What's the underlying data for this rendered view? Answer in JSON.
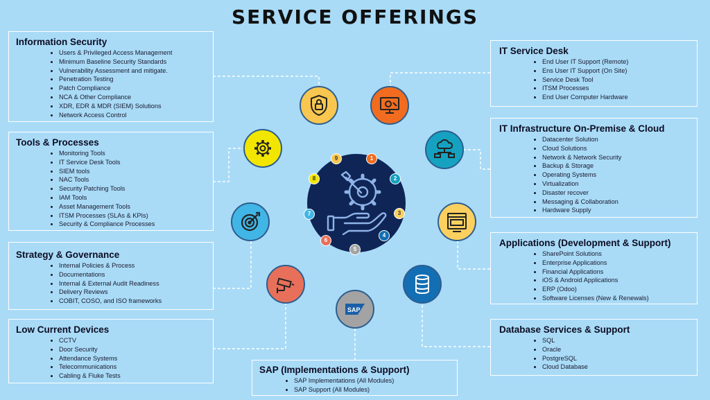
{
  "title": "SERVICE OFFERINGS",
  "services": {
    "info_security": {
      "title": "Information Security",
      "items": [
        "Users & Privileged Access Management",
        "Minimum Baseline Security Standards",
        "Vulnerability Assessment and mitigate.",
        "Penetration Testing",
        "Patch Compliance",
        "NCA & Other Compliance",
        "XDR, EDR & MDR (SIEM) Solutions",
        "Network Access Control"
      ]
    },
    "tools_processes": {
      "title": "Tools & Processes",
      "items": [
        "Monitoring Tools",
        "IT Service Desk Tools",
        "SIEM tools",
        "NAC Tools",
        "Security Patching Tools",
        "IAM Tools",
        "Asset Management Tools",
        "ITSM Processes (SLAs & KPIs)",
        "Security & Compliance Processes"
      ]
    },
    "strategy_governance": {
      "title": "Strategy & Governance",
      "items": [
        "Internal Policies & Process",
        "Documentations",
        "Internal & External Audit Readiness",
        "Delivery Reviews",
        "COBIT, COSO, and ISO frameworks"
      ]
    },
    "low_current": {
      "title": "Low Current Devices",
      "items": [
        "CCTV",
        "Door Security",
        "Attendance Systems",
        "Telecommunications",
        "Cabling & Fluke Tests"
      ]
    },
    "sap": {
      "title": "SAP (Implementations & Support)",
      "items": [
        "SAP Implementations (All Modules)",
        "SAP Support (All Modules)"
      ]
    },
    "service_desk": {
      "title": "IT Service Desk",
      "items": [
        "End User IT Support  (Remote)",
        "Ens User IT Support (On Site)",
        "Service Desk Tool",
        "ITSM Processes",
        "End User Computer Hardware"
      ]
    },
    "infrastructure": {
      "title": "IT Infrastructure On-Premise & Cloud",
      "items": [
        "Datacenter Solution",
        "Cloud Solutions",
        "Network & Network Security",
        "Backup & Storage",
        "Operating Systems",
        "Virtualization",
        "Disaster recover",
        "Messaging & Collaboration",
        "Hardware Supply"
      ]
    },
    "applications": {
      "title": "Applications (Development & Support)",
      "items": [
        "SharePoint Solutions",
        "Enterprise Applications",
        "Financial Applications",
        "iOS & Android Applications",
        "ERP (Odoo)",
        "Software Licenses (New & Renewals)"
      ]
    },
    "database": {
      "title": "Database Services & Support",
      "items": [
        "SQL",
        "Oracle",
        "PostgreSQL",
        "Cloud Database"
      ]
    }
  },
  "hub_numbers": [
    "1",
    "2",
    "3",
    "4",
    "5",
    "6",
    "7",
    "8",
    "9"
  ],
  "icons": [
    {
      "name": "shield-lock-icon",
      "color": "#f9c74f"
    },
    {
      "name": "monitor-gear-icon",
      "color": "#f26c1f"
    },
    {
      "name": "cloud-network-icon",
      "color": "#15a2c1"
    },
    {
      "name": "web-app-icon",
      "color": "#fbd05f"
    },
    {
      "name": "database-icon",
      "color": "#136eb3"
    },
    {
      "name": "sap-logo-icon",
      "color": "#a3a3a3"
    },
    {
      "name": "cctv-icon",
      "color": "#e8705a"
    },
    {
      "name": "target-icon",
      "color": "#41b6e6"
    },
    {
      "name": "gear-icon",
      "color": "#f2e600"
    }
  ]
}
